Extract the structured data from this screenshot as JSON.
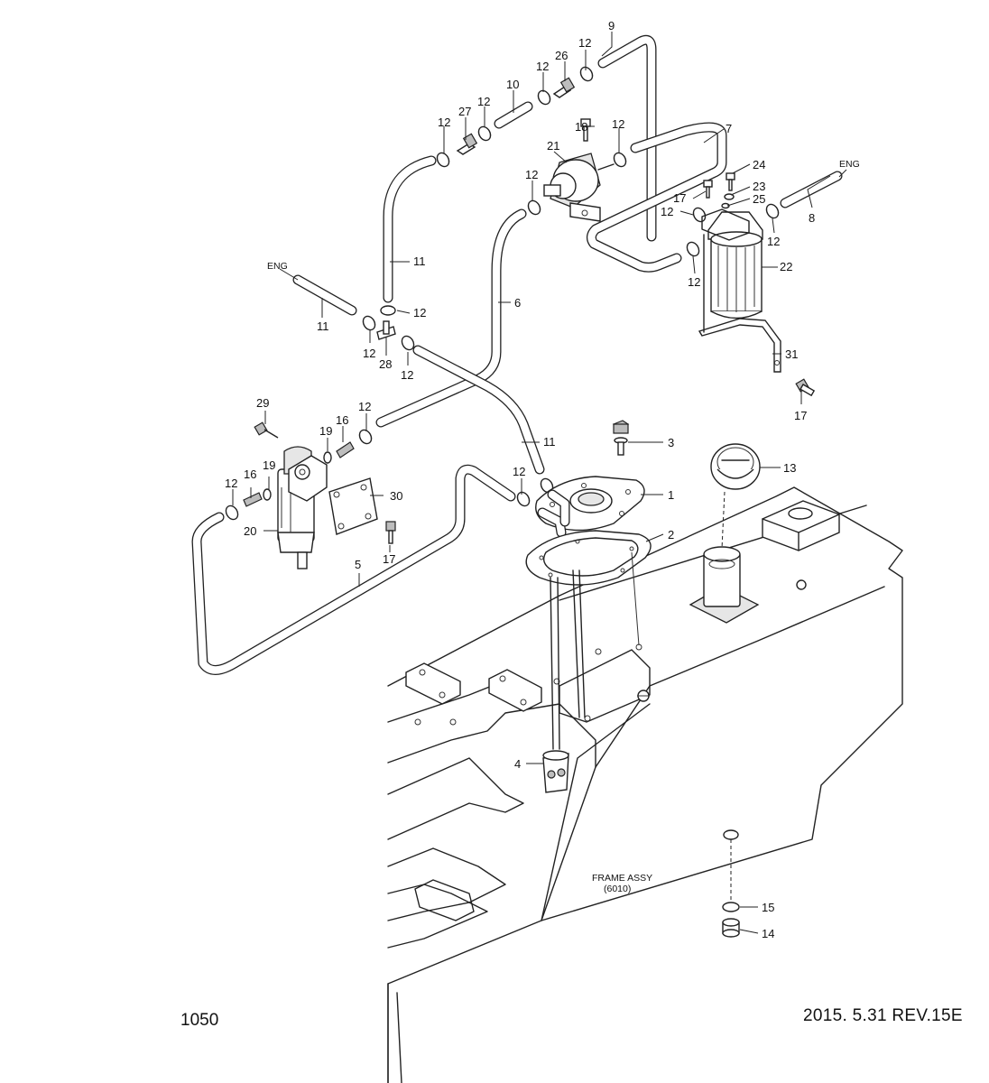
{
  "callouts": {
    "n1": "1",
    "n2": "2",
    "n3": "3",
    "n4": "4",
    "n5": "5",
    "n6": "6",
    "n7": "7",
    "n8": "8",
    "n9": "9",
    "n10": "10",
    "n11": "11",
    "n12": "12",
    "n13": "13",
    "n14": "14",
    "n15": "15",
    "n16": "16",
    "n17": "17",
    "n18": "18",
    "n19": "19",
    "n20": "20",
    "n21": "21",
    "n22": "22",
    "n23": "23",
    "n24": "24",
    "n25": "25",
    "n26": "26",
    "n27": "27",
    "n28": "28",
    "n29": "29",
    "n30": "30",
    "n31": "31"
  },
  "labels": {
    "engine": "ENG",
    "frame_line1": "FRAME ASSY",
    "frame_line2": "(6010)"
  },
  "footer": {
    "page_number": "1050",
    "revision": "2015. 5.31  REV.15E"
  }
}
